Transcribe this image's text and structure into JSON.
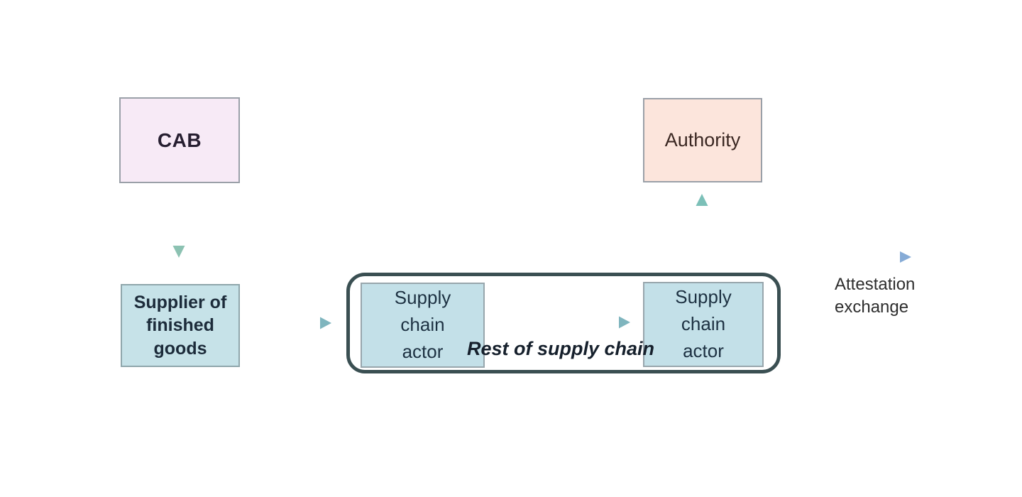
{
  "diagram": {
    "type": "flow-diagram",
    "background": "#ffffff",
    "nodes": {
      "cab": {
        "label": "CAB",
        "fill": "#f7eaf6",
        "border": "#9aa0a8"
      },
      "authority": {
        "label": "Authority",
        "fill": "#fce5dc",
        "border": "#9aa0a8"
      },
      "supplier": {
        "label": "Supplier of finished goods",
        "lines": [
          "Supplier of",
          "finished",
          "goods"
        ],
        "fill": "#c6e2e8",
        "border": "#8fa6ab"
      },
      "actor_left": {
        "label": "Supply chain actor",
        "lines": [
          "Supply",
          "chain",
          "actor"
        ],
        "fill": "#c3e0e8",
        "border": "#98a6ac"
      },
      "actor_right": {
        "label": "Supply chain actor",
        "lines": [
          "Supply",
          "chain",
          "actor"
        ],
        "fill": "#c3e0e8",
        "border": "#98a6ac"
      }
    },
    "group": {
      "label": "Rest of supply chain",
      "border_color": "#3a4f52",
      "contains": [
        "Supply chain actor",
        "Supply chain actor"
      ]
    },
    "edges": [
      {
        "from": "CAB",
        "to": "Supplier of finished goods",
        "direction": "down",
        "color": "#8cc2b2"
      },
      {
        "from": "Supplier of finished goods",
        "to": "Rest of supply chain group",
        "direction": "right",
        "color": "#8fbcc4"
      },
      {
        "from": "Supply chain actor (left)",
        "to": "Supply chain actor (right)",
        "direction": "right",
        "color": "#8fbcc4"
      },
      {
        "from": "Supply chain actor (right)",
        "to": "Authority",
        "direction": "up",
        "color": "#7cc0b8"
      }
    ],
    "legend": {
      "label": "Attestation exchange",
      "lines": [
        "Attestation",
        "exchange"
      ],
      "arrow_color": "#86abd6",
      "meaning": "arrow"
    }
  }
}
